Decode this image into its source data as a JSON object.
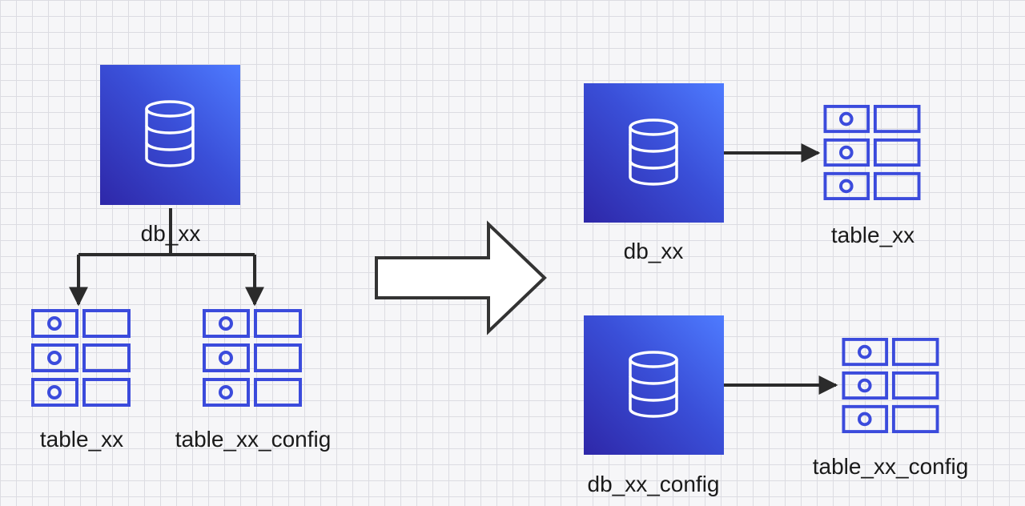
{
  "labels": {
    "left_db": "db_xx",
    "left_table": "table_xx",
    "left_table_config": "table_xx_config",
    "right_db": "db_xx",
    "right_table": "table_xx",
    "right_db_config": "db_xx_config",
    "right_table_config": "table_xx_config"
  },
  "icons": {
    "database": "database-icon",
    "table": "table-icon",
    "transform_arrow": "big-right-arrow"
  },
  "colors": {
    "db_box_dark": "#2e27a8",
    "db_box_light": "#4e7bff",
    "table_stroke": "#3b4bdc",
    "connector": "#2b2b2b"
  }
}
